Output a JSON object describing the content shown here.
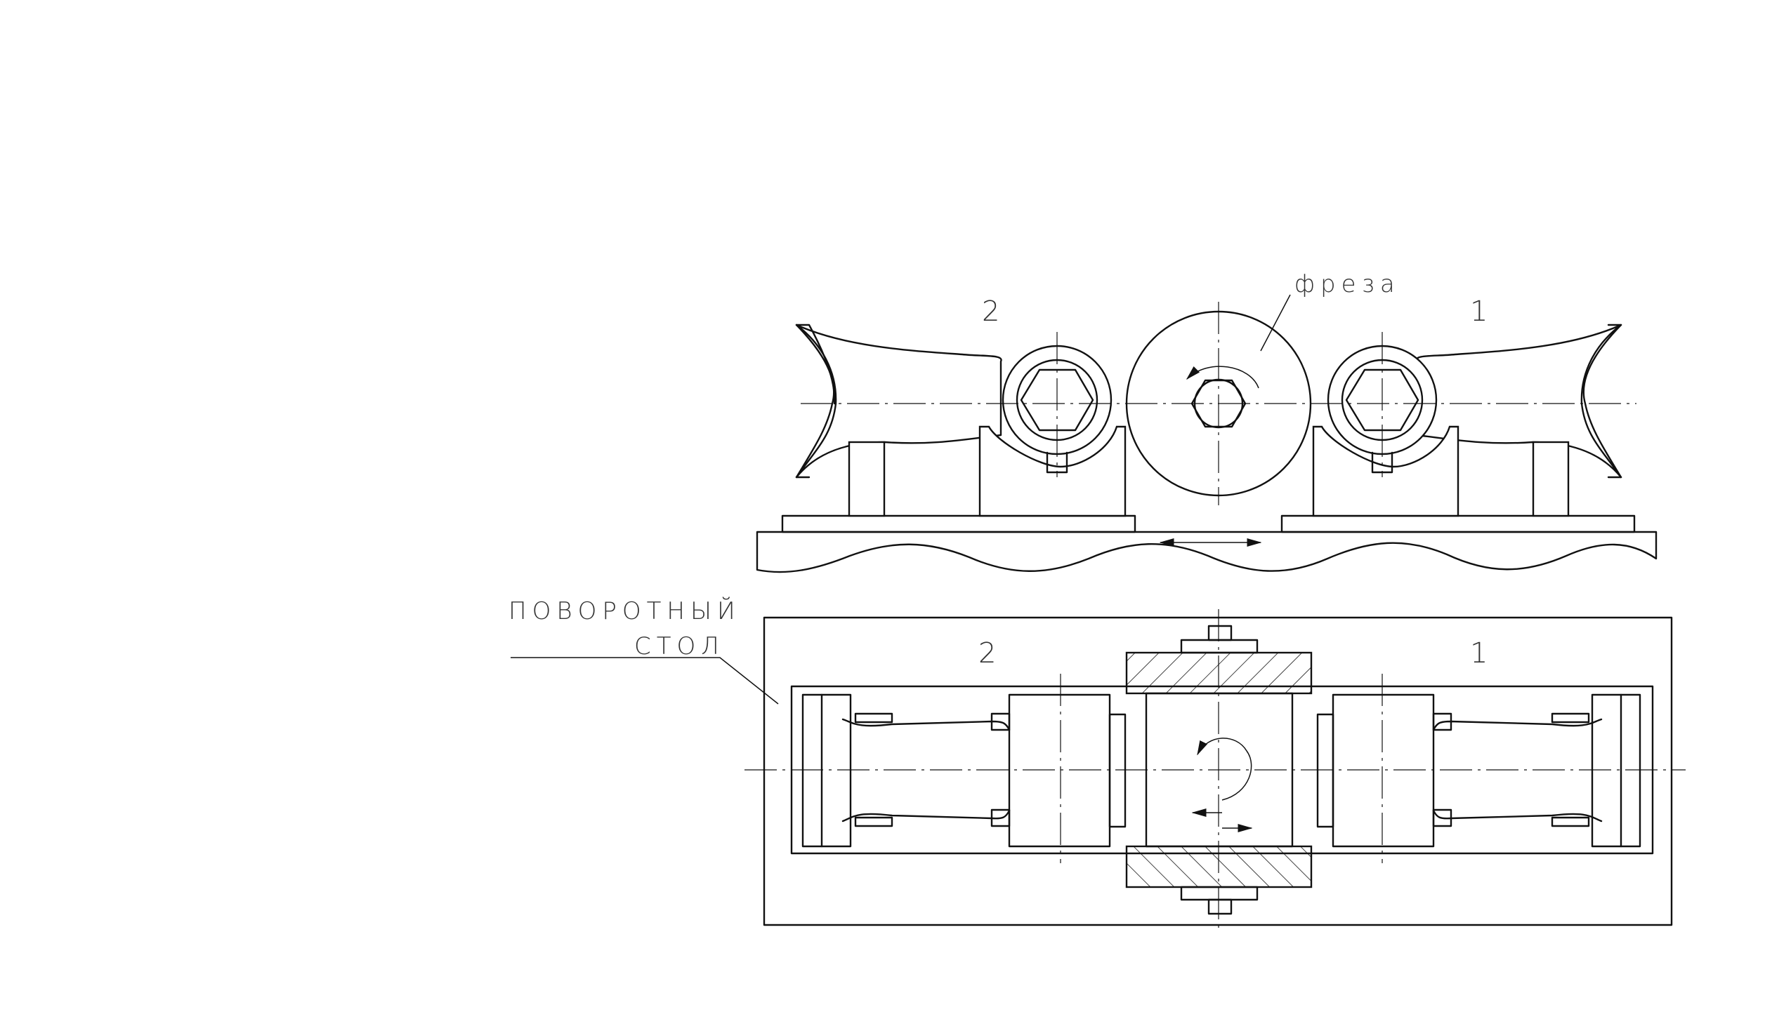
{
  "labels": {
    "cutter": "фреза",
    "rotary_table_line1": "ПОВОРОТНЫЙ",
    "rotary_table_line2": "СТОЛ",
    "station_left_top": "2",
    "station_right_top": "1",
    "station_left_plan": "2",
    "station_right_plan": "1"
  }
}
